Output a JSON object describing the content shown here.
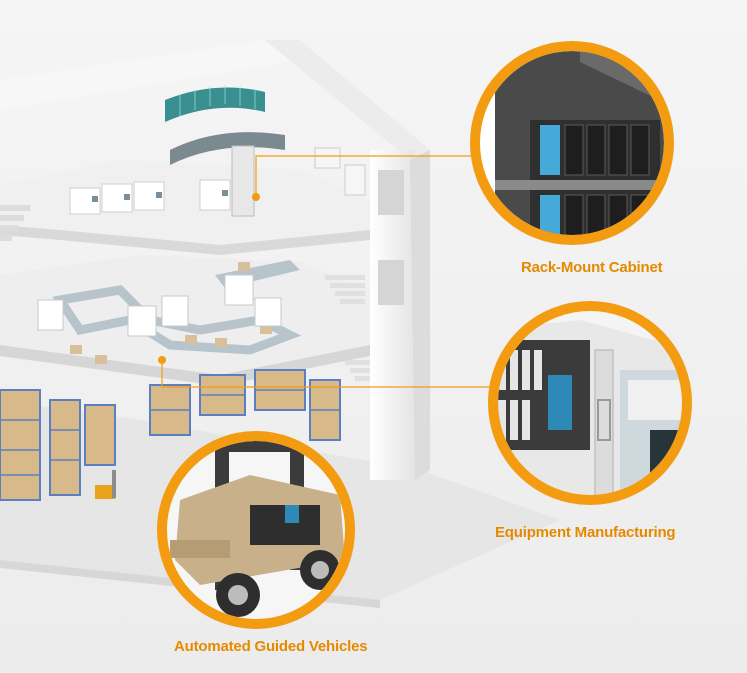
{
  "colors": {
    "accent": "#f39c12",
    "label": "#e58a00",
    "rack_blue": "#5b7fc0",
    "rack_box": "#d8b98a",
    "forklift_body": "#c7b08a",
    "building": "#ffffff",
    "floor": "#e9e9e9"
  },
  "callouts": [
    {
      "id": "rack",
      "label": "Rack-Mount Cabinet",
      "icon": "rack-cabinet-icon"
    },
    {
      "id": "equip",
      "label": "Equipment Manufacturing",
      "icon": "control-panel-icon"
    },
    {
      "id": "agv",
      "label": "Automated Guided Vehicles",
      "icon": "forklift-icon"
    }
  ]
}
